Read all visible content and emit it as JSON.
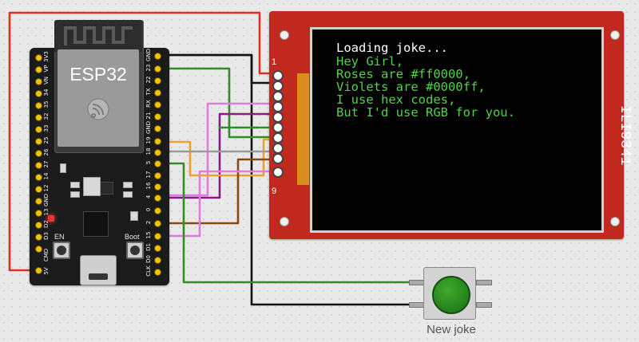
{
  "esp32": {
    "title": "ESP32",
    "left_pins": [
      "3V3",
      "VP",
      "VN",
      "34",
      "35",
      "32",
      "33",
      "25",
      "26",
      "27",
      "14",
      "12",
      "GND",
      "13",
      "D2",
      "D3",
      "CMD",
      "5V"
    ],
    "right_pins": [
      "GND",
      "23",
      "22",
      "TX",
      "RX",
      "21",
      "GND",
      "19",
      "18",
      "5",
      "17",
      "16",
      "4",
      "0",
      "2",
      "15",
      "D1",
      "D0",
      "CLK"
    ],
    "en_label": "EN",
    "boot_label": "Boot"
  },
  "display": {
    "model_label": "ILI9341",
    "pin_first": "1",
    "pin_last": "9",
    "text_color": "#50d24a",
    "lines": [
      {
        "text": "Loading joke...",
        "color": "#ffffff"
      },
      {
        "text": "Hey Girl,",
        "color": "#50d24a"
      },
      {
        "text": "Roses are #ff0000,",
        "color": "#50d24a"
      },
      {
        "text": "Violets are #0000ff,",
        "color": "#50d24a"
      },
      {
        "text": "I use hex codes,",
        "color": "#50d24a"
      },
      {
        "text": "But I'd use RGB for you.",
        "color": "#50d24a"
      }
    ]
  },
  "button": {
    "label": "New joke",
    "cap_color": "#2f8f22"
  },
  "wire_colors": {
    "vcc": "#e0301e",
    "gnd": "#111111",
    "green": "#2f8f22",
    "pink": "#e07be0",
    "purple": "#8a1a8a",
    "orange": "#f0a030",
    "gray": "#9a9a9a",
    "brown": "#8b4a12"
  }
}
